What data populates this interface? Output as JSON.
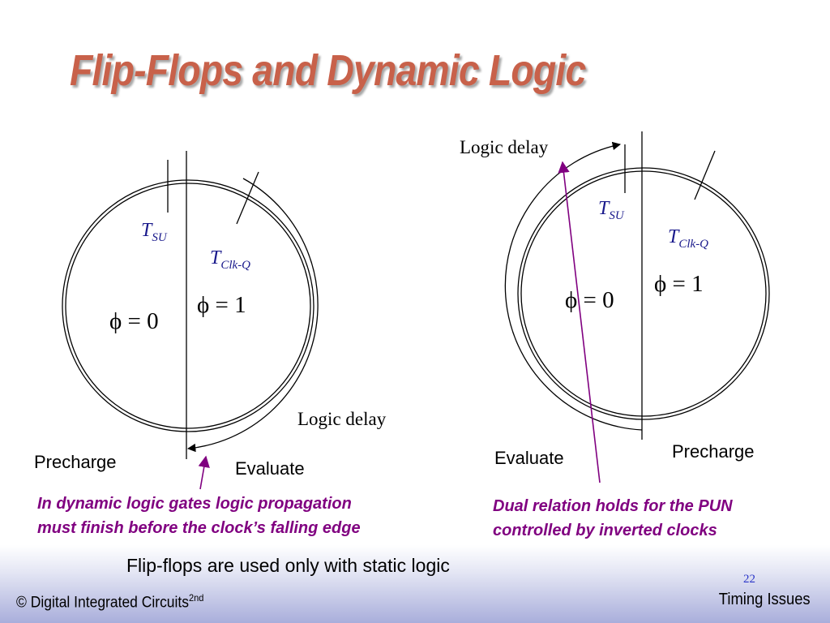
{
  "slide": {
    "title": "Flip-Flops and Dynamic Logic",
    "note": "Flip-flops are used only with static logic",
    "copyright": "© Digital Integrated Circuits",
    "copyright_sup": "2nd",
    "slide_number": "22",
    "section": "Timing Issues"
  },
  "left_diagram": {
    "tsu": "T",
    "tsu_sub": "SU",
    "tclkq": "T",
    "tclkq_sub": "Clk-Q",
    "phi_left": "ϕ = 0",
    "phi_right": "ϕ = 1",
    "logic_delay": "Logic delay",
    "precharge": "Precharge",
    "evaluate": "Evaluate",
    "caption_line1": "In dynamic logic gates logic propagation",
    "caption_line2": "must finish before the clock’s falling edge"
  },
  "right_diagram": {
    "logic_delay": "Logic delay",
    "tsu": "T",
    "tsu_sub": "SU",
    "tclkq": "T",
    "tclkq_sub": "Clk-Q",
    "phi_left": "ϕ = 0",
    "phi_right": "ϕ = 1",
    "evaluate": "Evaluate",
    "precharge": "Precharge",
    "caption_line1": "Dual relation holds for the PUN",
    "caption_line2": "controlled by inverted clocks"
  },
  "colors": {
    "title": "#c8614a",
    "caption": "#800080",
    "timing_label": "#1a1a8c",
    "slide_number": "#2a35c8"
  }
}
